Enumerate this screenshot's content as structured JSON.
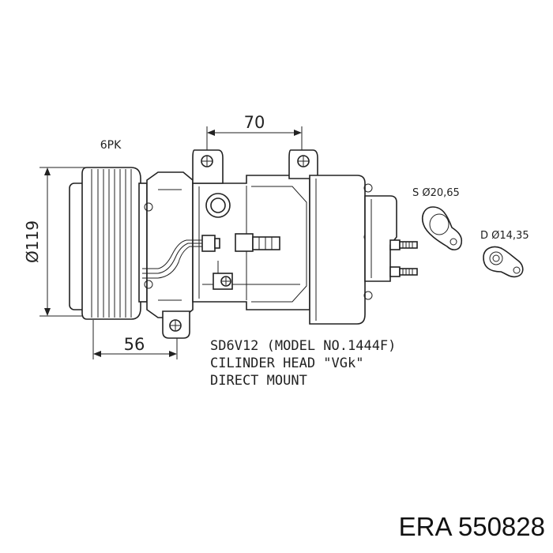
{
  "labels": {
    "belt": "6PK",
    "dim_top": "70",
    "dim_left": "Ø119",
    "dim_bottom": "56",
    "suction": "S Ø20,65",
    "discharge": "D Ø14,35",
    "notes": [
      "SD6V12 (MODEL NO.1444F)",
      "CILINDER HEAD \"VGk\"",
      "DIRECT MOUNT"
    ],
    "part_code": "ERA 550828"
  }
}
